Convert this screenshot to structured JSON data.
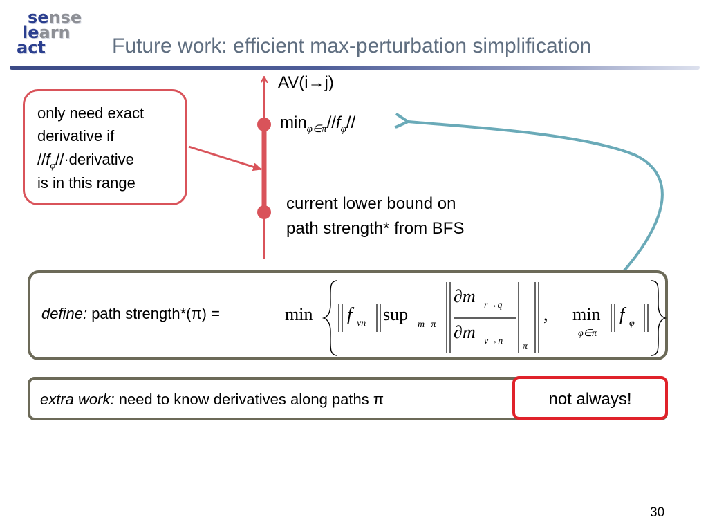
{
  "logo": {
    "line1_a": "se",
    "line1_b": "nse",
    "line2_a": "le",
    "line2_b": "arn",
    "line3_a": "act"
  },
  "slide": {
    "title": "Future work: efficient max-perturbation simplification",
    "page_number": "30"
  },
  "axis": {
    "top_label": "AV(i→j)",
    "upper_point": {
      "prefix": "min",
      "sub": "φ∈π",
      "expr_a": "//",
      "expr_f": "f",
      "expr_sub": "φ",
      "expr_b": "//"
    },
    "lower_point_line1": "current lower bound on",
    "lower_point_line2": "path strength* from BFS"
  },
  "callout": {
    "line1": "only need exact",
    "line2": "derivative if",
    "line3_a": "//",
    "line3_f": "f",
    "line3_sub": "φ",
    "line3_b": "//·derivative",
    "line4": "is in this range"
  },
  "definition": {
    "label": "define:",
    "lhs": "path strength*(π) =",
    "min": "min",
    "f": "f",
    "f_sub": "vn",
    "sup": "sup",
    "sup_sub": "m−π",
    "num_d": "∂m",
    "num_sub": "r→q",
    "den_d": "∂m",
    "den_sub": "v→n",
    "norm_sub": "π",
    "comma": ",",
    "min2": "min",
    "min2_sub": "φ∈π",
    "f2": "f",
    "f2_sub": "φ"
  },
  "extra_work": {
    "label": "extra work:",
    "text": "need to know derivatives along paths π",
    "warning": "not always!"
  },
  "colors": {
    "axis_red": "#d9535a",
    "arrow_teal": "#6aaab8",
    "box_border": "#6c6a58",
    "warning_red": "#e0222a",
    "title_color": "#5f6e80"
  }
}
